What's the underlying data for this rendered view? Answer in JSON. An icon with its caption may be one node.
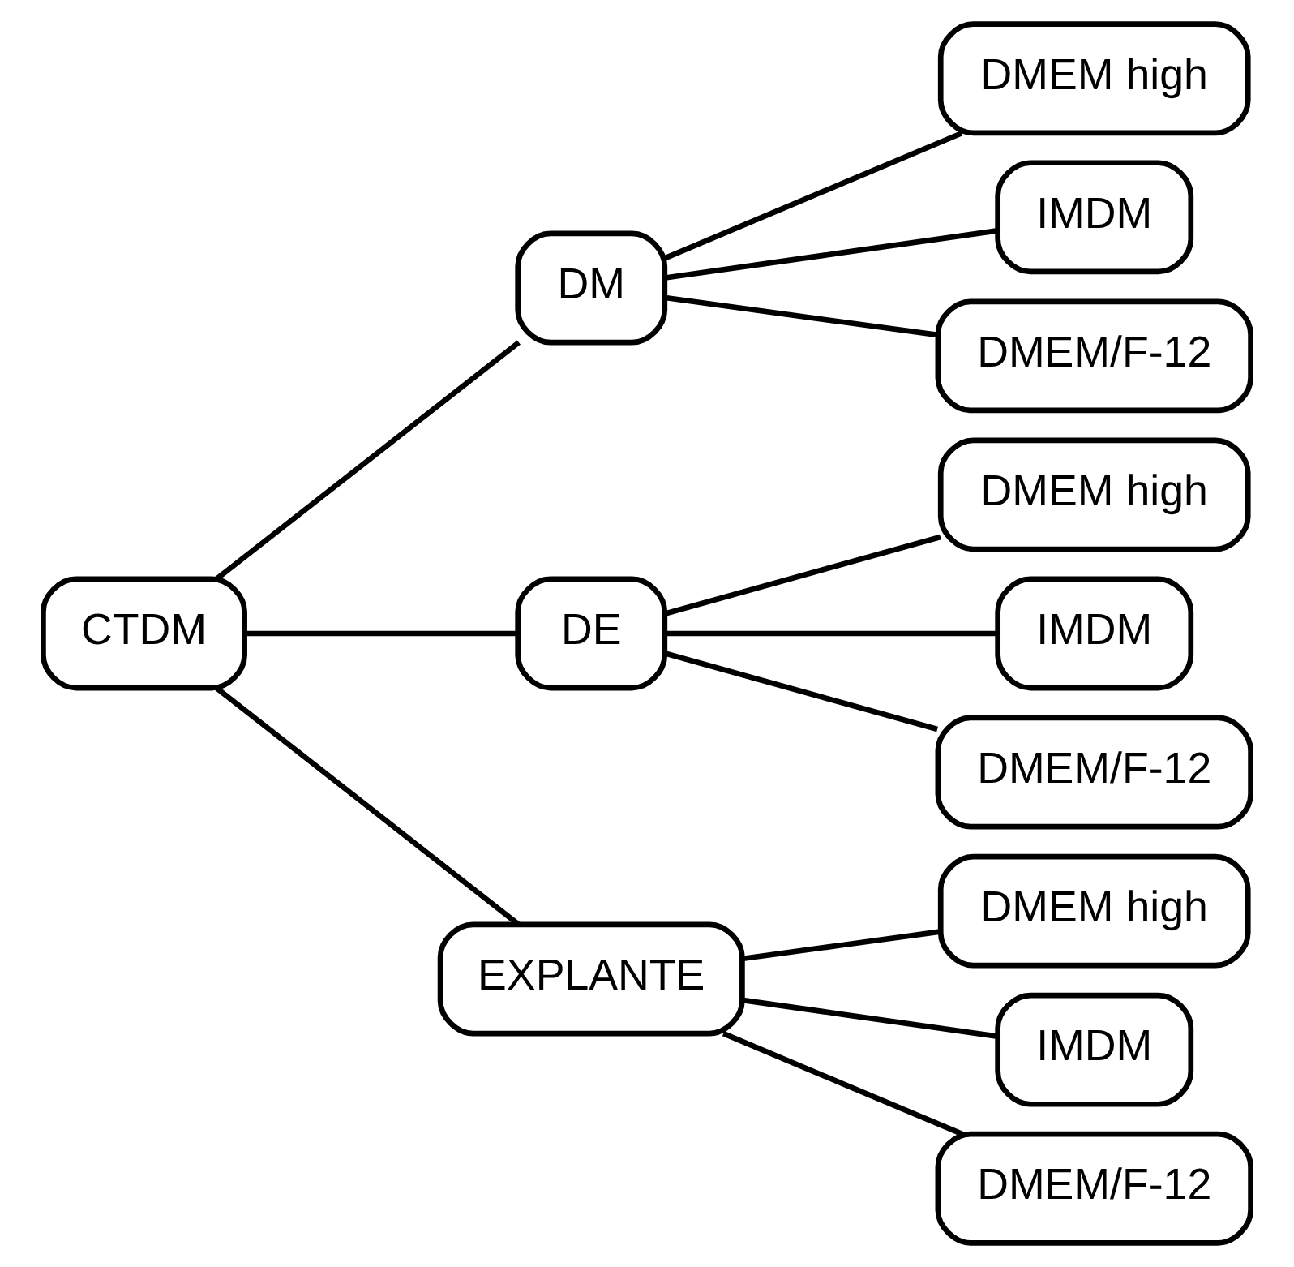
{
  "diagram": {
    "nodes": [
      {
        "text": [
          "CTDM"
        ]
      },
      {
        "text": [
          "DM"
        ]
      },
      {
        "text": [
          "DMEM high"
        ]
      },
      {
        "text": [
          "IMDM"
        ]
      },
      {
        "text": [
          "DMEM/F-12"
        ]
      },
      {
        "text": [
          "DE"
        ]
      },
      {
        "text": [
          "DMEM high"
        ]
      },
      {
        "text": [
          "IMDM"
        ]
      },
      {
        "text": [
          "DMEM/F-12"
        ]
      },
      {
        "text": [
          "EXPLANTE"
        ]
      },
      {
        "text": [
          "DMEM high"
        ]
      },
      {
        "text": [
          "IMDM"
        ]
      },
      {
        "text": [
          "DMEM/F-12"
        ]
      }
    ],
    "edges": [
      {
        "from": 0,
        "to": 1,
        "arrow": "none"
      },
      {
        "from": 0,
        "to": 5,
        "arrow": "none"
      },
      {
        "from": 0,
        "to": 9,
        "arrow": "none"
      },
      {
        "from": 1,
        "to": 2,
        "arrow": "none"
      },
      {
        "from": 1,
        "to": 3,
        "arrow": "none"
      },
      {
        "from": 1,
        "to": 4,
        "arrow": "none"
      },
      {
        "from": 5,
        "to": 6,
        "arrow": "none"
      },
      {
        "from": 5,
        "to": 7,
        "arrow": "none"
      },
      {
        "from": 5,
        "to": 8,
        "arrow": "none"
      },
      {
        "from": 9,
        "to": 10,
        "arrow": "none"
      },
      {
        "from": 9,
        "to": 11,
        "arrow": "none"
      },
      {
        "from": 9,
        "to": 12,
        "arrow": "none"
      }
    ]
  }
}
